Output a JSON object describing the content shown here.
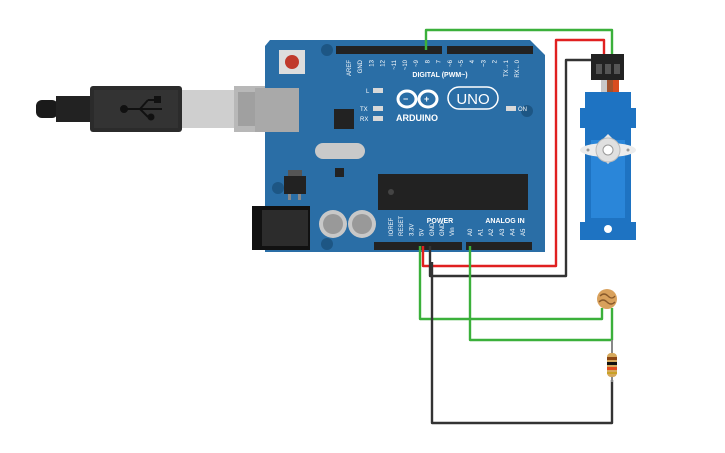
{
  "board": {
    "brand": "ARDUINO",
    "model": "UNO",
    "digital_header": "DIGITAL (PWM~)",
    "power_header": "POWER",
    "analog_header": "ANALOG IN",
    "led_l": "L",
    "led_tx": "TX",
    "led_rx": "RX",
    "led_on": "ON",
    "digital_pins": [
      "AREF",
      "GND",
      "13",
      "12",
      "~11",
      "~10",
      "~9",
      "8",
      "7",
      "~6",
      "~5",
      "4",
      "~3",
      "2",
      "TX→1",
      "RX←0"
    ],
    "power_pins": [
      "IOREF",
      "RESET",
      "3.3V",
      "5V",
      "GND",
      "GND",
      "Vin"
    ],
    "analog_pins": [
      "A0",
      "A1",
      "A2",
      "A3",
      "A4",
      "A5"
    ]
  },
  "colors": {
    "board": "#2a6ea6",
    "wire_green": "#3bb03b",
    "wire_red": "#e02020",
    "wire_black": "#333333",
    "servo": "#1e73c2"
  }
}
